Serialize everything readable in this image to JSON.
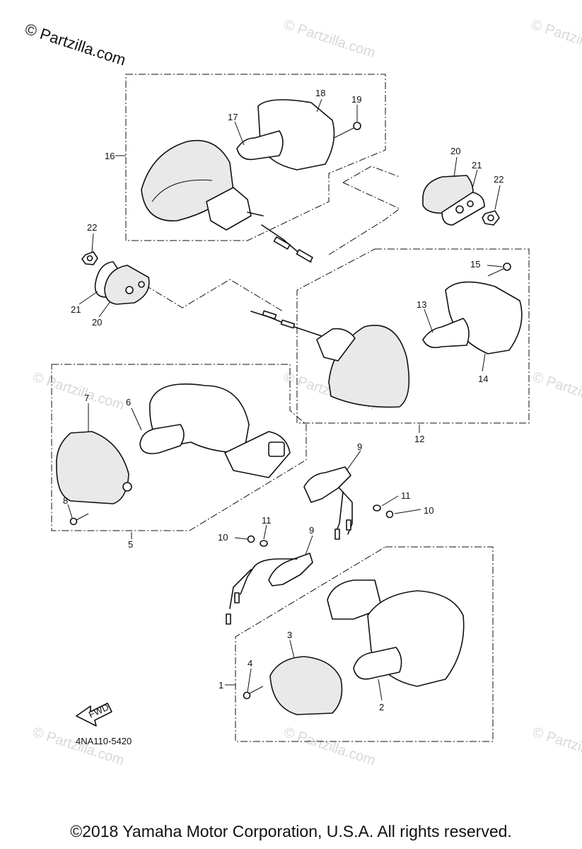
{
  "watermark": {
    "primary": "© Partzilla.com",
    "faint": "© Partzilla.com"
  },
  "diagram": {
    "drawing_code": "4NA110-5420",
    "fwd_arrow_label": "FWD",
    "callouts": {
      "c1": "1",
      "c2": "2",
      "c3": "3",
      "c4": "4",
      "c5": "5",
      "c6": "6",
      "c7": "7",
      "c8": "8",
      "c9a": "9",
      "c9b": "9",
      "c10a": "10",
      "c10b": "10",
      "c11a": "11",
      "c11b": "11",
      "c12": "12",
      "c13": "13",
      "c14": "14",
      "c15": "15",
      "c16": "16",
      "c17": "17",
      "c18": "18",
      "c19": "19",
      "c20a": "20",
      "c20b": "20",
      "c21a": "21",
      "c21b": "21",
      "c22a": "22",
      "c22b": "22"
    }
  },
  "footer": {
    "copyright": "©2018 Yamaha Motor Corporation, U.S.A. All rights reserved."
  }
}
